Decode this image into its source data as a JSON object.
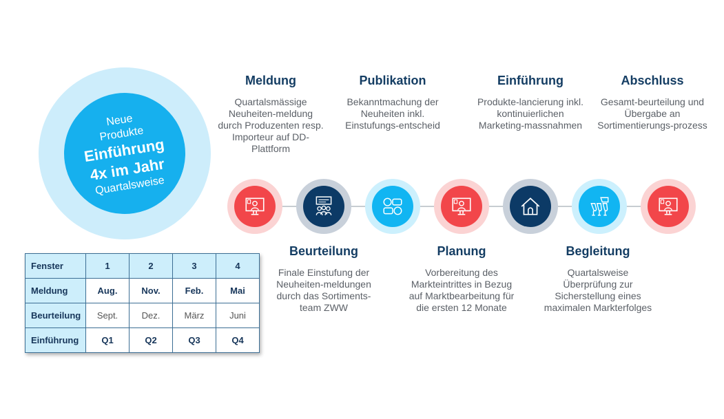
{
  "badge": {
    "line1": "Neue",
    "line2": "Produkte",
    "line3": "Einführung",
    "line4": "4x im Jahr",
    "line5": "Quartalsweise"
  },
  "steps_top": [
    {
      "title": "Meldung",
      "text": "Quartalsmässige Neuheiten-meldung durch Produzenten resp. Importeur auf DD-Plattform"
    },
    {
      "title": "Publikation",
      "text": "Bekanntmachung der Neuheiten inkl. Einstufungs-entscheid"
    },
    {
      "title": "Einführung",
      "text": "Produkte-lancierung inkl. kontinuierlichen Marketing-massnahmen"
    },
    {
      "title": "Abschluss",
      "text": "Gesamt-beurteilung und Übergabe an Sortimentierungs-prozess"
    }
  ],
  "steps_bottom": [
    {
      "title": "Beurteilung",
      "text": "Finale Einstufung der Neuheiten-meldungen durch das Sortiments-team ZWW"
    },
    {
      "title": "Planung",
      "text": "Vorbereitung des Markteintrittes in Bezug auf Marktbearbeitung für die ersten 12 Monate"
    },
    {
      "title": "Begleitung",
      "text": "Quartalsweise Überprüfung zur Sicherstellung eines maximalen Markterfolges"
    }
  ],
  "nodes": [
    {
      "icon": "monitor-person-icon",
      "color": "#f2464a"
    },
    {
      "icon": "team-discussion-icon",
      "color": "#0c3a66"
    },
    {
      "icon": "chat-exchange-icon",
      "color": "#11b5f2"
    },
    {
      "icon": "monitor-person-icon",
      "color": "#f2464a"
    },
    {
      "icon": "house-icon",
      "color": "#0c3a66"
    },
    {
      "icon": "champagne-toast-icon",
      "color": "#11b5f2"
    },
    {
      "icon": "monitor-person-icon",
      "color": "#f2464a"
    }
  ],
  "table": {
    "header": [
      "Fenster",
      "1",
      "2",
      "3",
      "4"
    ],
    "rows": [
      [
        "Meldung",
        "Aug.",
        "Nov.",
        "Feb.",
        "Mai"
      ],
      [
        "Beurteilung",
        "Sept.",
        "Dez.",
        "März",
        "Juni"
      ],
      [
        "Einführung",
        "Q1",
        "Q2",
        "Q3",
        "Q4"
      ]
    ]
  }
}
